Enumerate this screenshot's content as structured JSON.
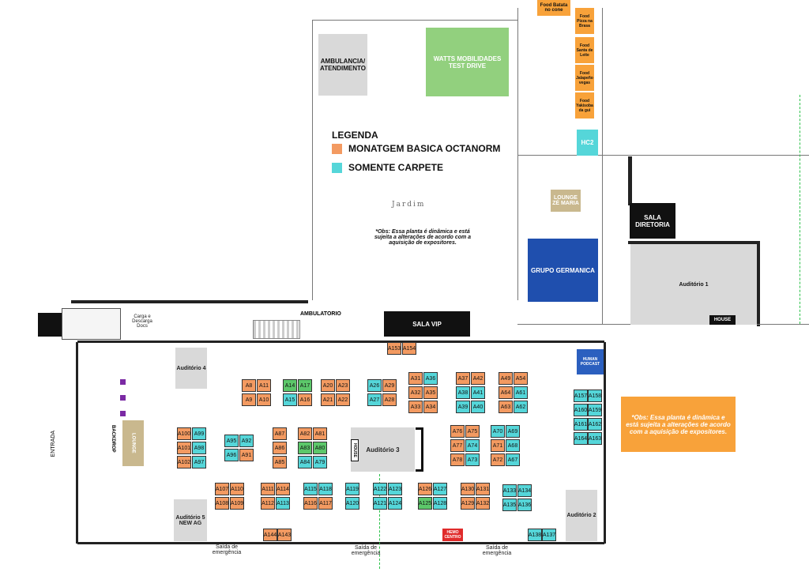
{
  "legend": {
    "title": "LEGENDA",
    "orange_label": "MONATGEM BASICA OCTANORM",
    "cyan_label": "SOMENTE CARPETE",
    "orange_color": "#f39a61",
    "cyan_color": "#55d6d9",
    "green_color": "#5cc76a"
  },
  "notes": {
    "center": "*Obs: Essa planta é dinâmica e está sujeita a alterações de acordo com a aquisição de expositores.",
    "right": "*Obs: Essa planta é dinâmica e está sujeita a alterações de acordo com a aquisição de expositores."
  },
  "areas": {
    "ambulancia": "AMBULANCIA/ ATENDIMENTO",
    "watts": "WATTS MOBILIDADES TEST DRIVE",
    "jardim": "Jardim",
    "lounge_ze": "LOUNGE ZÉ MARIA",
    "sala_diretoria": "SALA DIRETORIA",
    "grupo_germanica": "GRUPO GERMANICA",
    "auditorio1": "Auditório 1",
    "house": "HOUSE",
    "sala_vip": "SALA VIP",
    "ambulatorio": "AMBULATORIO",
    "auditorio4": "Auditório 4",
    "auditorio3": "Auditório 3",
    "house_vertical": "HOUSE",
    "auditorio5": "Auditório 5 NEW AG",
    "auditorio2": "Auditório 2",
    "human_podcast": "HUMAN PODCAST",
    "hc2": "HC2",
    "backdrop": "BACKDROP",
    "lounge_left": "LOUNGE",
    "hemocentro": "HEMO CENTRO",
    "entrada": "ENTRADA",
    "saida1": "Saída de emergência",
    "saida2": "Saída de emergência",
    "saida3": "Saída de emergência",
    "carga": "Carga e Descarga Docs",
    "food_batata": "Food Batata no cone",
    "food1": "Food Pizza na Brasa",
    "food2": "Food Santa de Leite",
    "food3": "Food Jalapeño vegas",
    "food4": "Food Yakisoba da gui"
  },
  "booths_orange": [
    "A8",
    "A11",
    "A9",
    "A10",
    "A16",
    "A20",
    "A23",
    "A21",
    "A22",
    "A29",
    "A28",
    "A31",
    "A32",
    "A35",
    "A33",
    "A34",
    "A37",
    "A42",
    "A49",
    "A54",
    "A64",
    "A63",
    "A76",
    "A75",
    "A77",
    "A78",
    "A71",
    "A72",
    "A100",
    "A101",
    "A102",
    "A91",
    "A87",
    "A86",
    "A85",
    "A82",
    "A81",
    "A107",
    "A110",
    "A108",
    "A109",
    "A111",
    "A114",
    "A112",
    "A116",
    "A117",
    "A126",
    "A130",
    "A131",
    "A129",
    "A132",
    "A144",
    "A143",
    "A153",
    "A154"
  ],
  "booths_cyan": [
    "A15",
    "A26",
    "A27",
    "A36",
    "A38",
    "A41",
    "A39",
    "A40",
    "A61",
    "A62",
    "A74",
    "A73",
    "A70",
    "A69",
    "A68",
    "A67",
    "A99",
    "A98",
    "A97",
    "A95",
    "A92",
    "A96",
    "A84",
    "A79",
    "A113",
    "A115",
    "A118",
    "A119",
    "A120",
    "A122",
    "A123",
    "A121",
    "A124",
    "A127",
    "A128",
    "A133",
    "A134",
    "A135",
    "A136",
    "A137",
    "A138",
    "A157",
    "A158",
    "A160",
    "A159",
    "A161",
    "A162",
    "A164",
    "A163"
  ],
  "booths_green": [
    "A14",
    "A17",
    "A83",
    "A80",
    "A125"
  ],
  "booth_text": {
    "A8": "A8",
    "A11": "A11",
    "A9": "A9",
    "A10": "A10",
    "A14": "A14",
    "A17": "A17",
    "A15": "A15",
    "A16": "A16",
    "A20": "A20",
    "A23": "A23",
    "A21": "A21",
    "A22": "A22",
    "A26": "A26",
    "A29": "A29",
    "A27": "A27",
    "A28": "A28",
    "A31": "A31",
    "A36": "A36",
    "A32": "A32",
    "A35": "A35",
    "A33": "A33",
    "A34": "A34",
    "A37": "A37",
    "A42": "A42",
    "A38": "A38",
    "A41": "A41",
    "A39": "A39",
    "A40": "A40",
    "A49": "A49",
    "A54": "A54",
    "A64": "A64",
    "A63": "A63",
    "A61": "A61",
    "A62": "A62",
    "A100": "A100",
    "A99": "A99",
    "A101": "A101",
    "A98": "A98",
    "A102": "A102",
    "A97": "A97",
    "A95": "A95",
    "A92": "A92",
    "A96": "A96",
    "A91": "A91",
    "A87": "A87",
    "A86": "A86",
    "A85": "A85",
    "A82": "A82",
    "A81": "A81",
    "A83": "A83",
    "A80": "A80",
    "A84": "A84",
    "A79": "A79",
    "A76": "A76",
    "A75": "A75",
    "A77": "A77",
    "A74": "A74",
    "A78": "A78",
    "A73": "A73",
    "A70": "A70",
    "A69": "A69",
    "A71": "A71",
    "A68": "A68",
    "A72": "A72",
    "A67": "A67",
    "A107": "A107",
    "A110": "A110",
    "A108": "A108",
    "A109": "A109",
    "A111": "A111",
    "A114": "A114",
    "A112": "A112",
    "A113": "A113",
    "A115": "A115",
    "A118": "A118",
    "A116": "A116",
    "A117": "A117",
    "A119": "A119",
    "A120": "A120",
    "A122": "A122",
    "A123": "A123",
    "A121": "A121",
    "A124": "A124",
    "A126": "A126",
    "A127": "A127",
    "A125": "A125",
    "A128": "A128",
    "A130": "A130",
    "A131": "A131",
    "A129": "A129",
    "A132": "A132",
    "A133": "A133",
    "A134": "A134",
    "A135": "A135",
    "A136": "A136",
    "A137": "A137",
    "A138": "A138",
    "A144": "A144",
    "A143": "A143",
    "A153": "A153",
    "A154": "A154",
    "A157": "A157",
    "A158": "A158",
    "A160": "A160",
    "A159": "A159",
    "A161": "A161",
    "A162": "A162",
    "A164": "A164",
    "A163": "A163"
  }
}
